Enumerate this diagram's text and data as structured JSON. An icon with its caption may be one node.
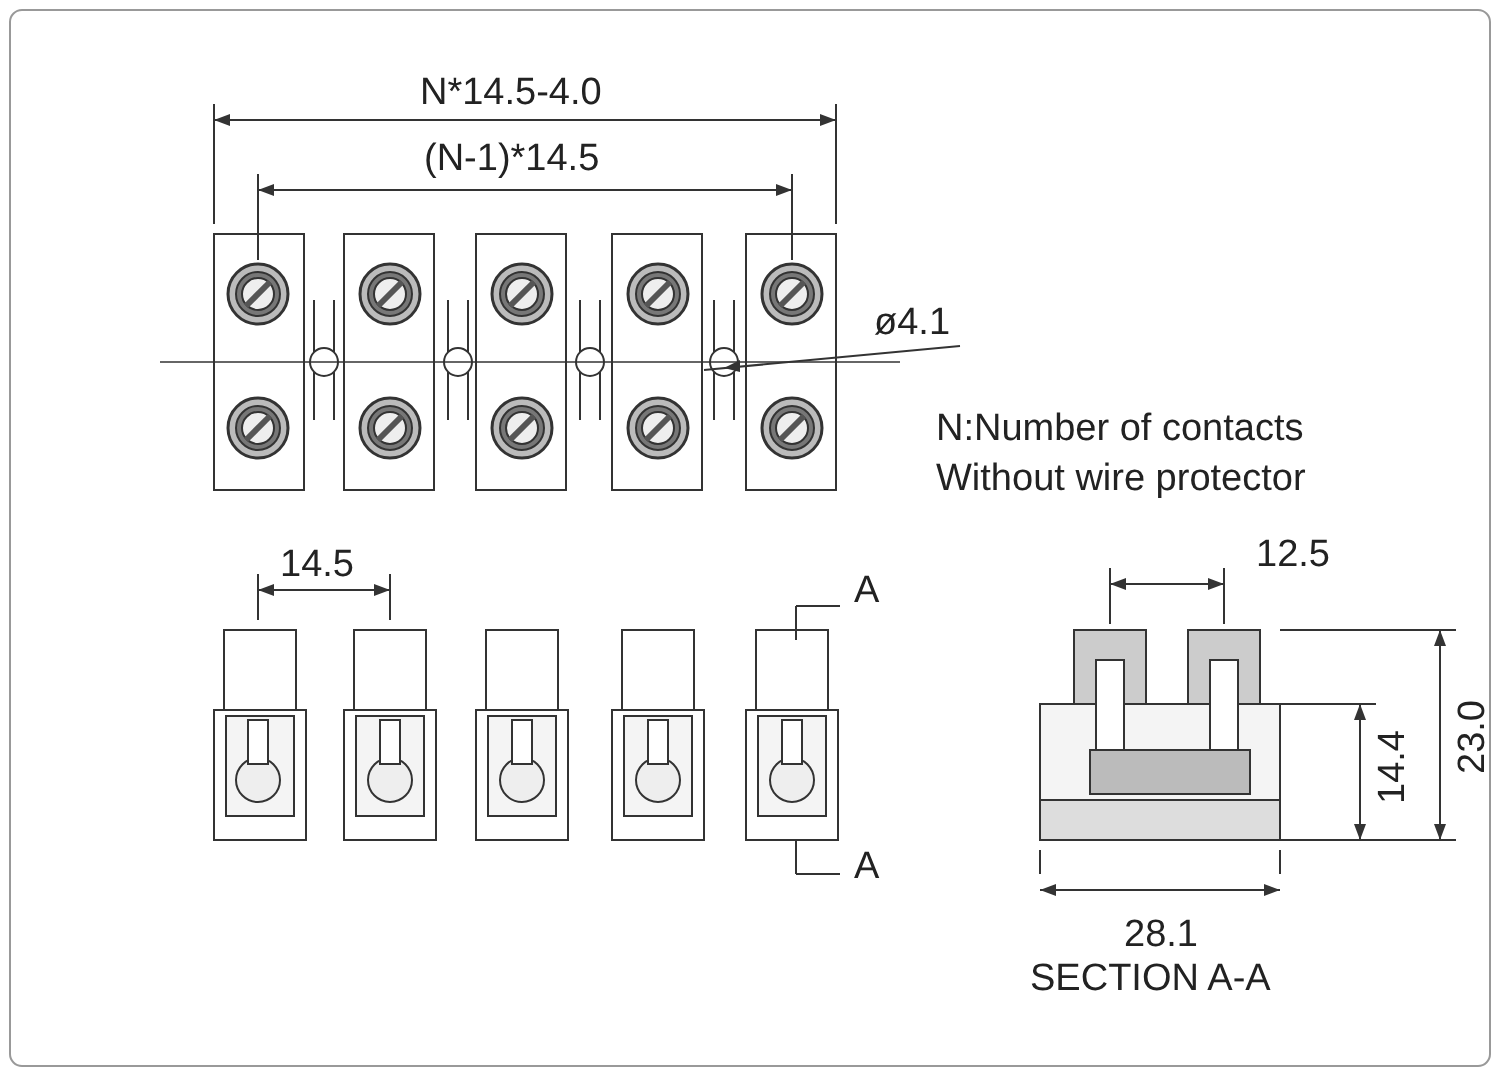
{
  "diagram": {
    "labels": [
      "N*14.5-4.0",
      "(N-1)*14.5",
      "ø4.1",
      "N:Number of contacts",
      "Without wire protector",
      "14.5",
      "A",
      "A",
      "12.5",
      "23.0",
      "14.4",
      "28.1",
      "SECTION A-A"
    ]
  }
}
